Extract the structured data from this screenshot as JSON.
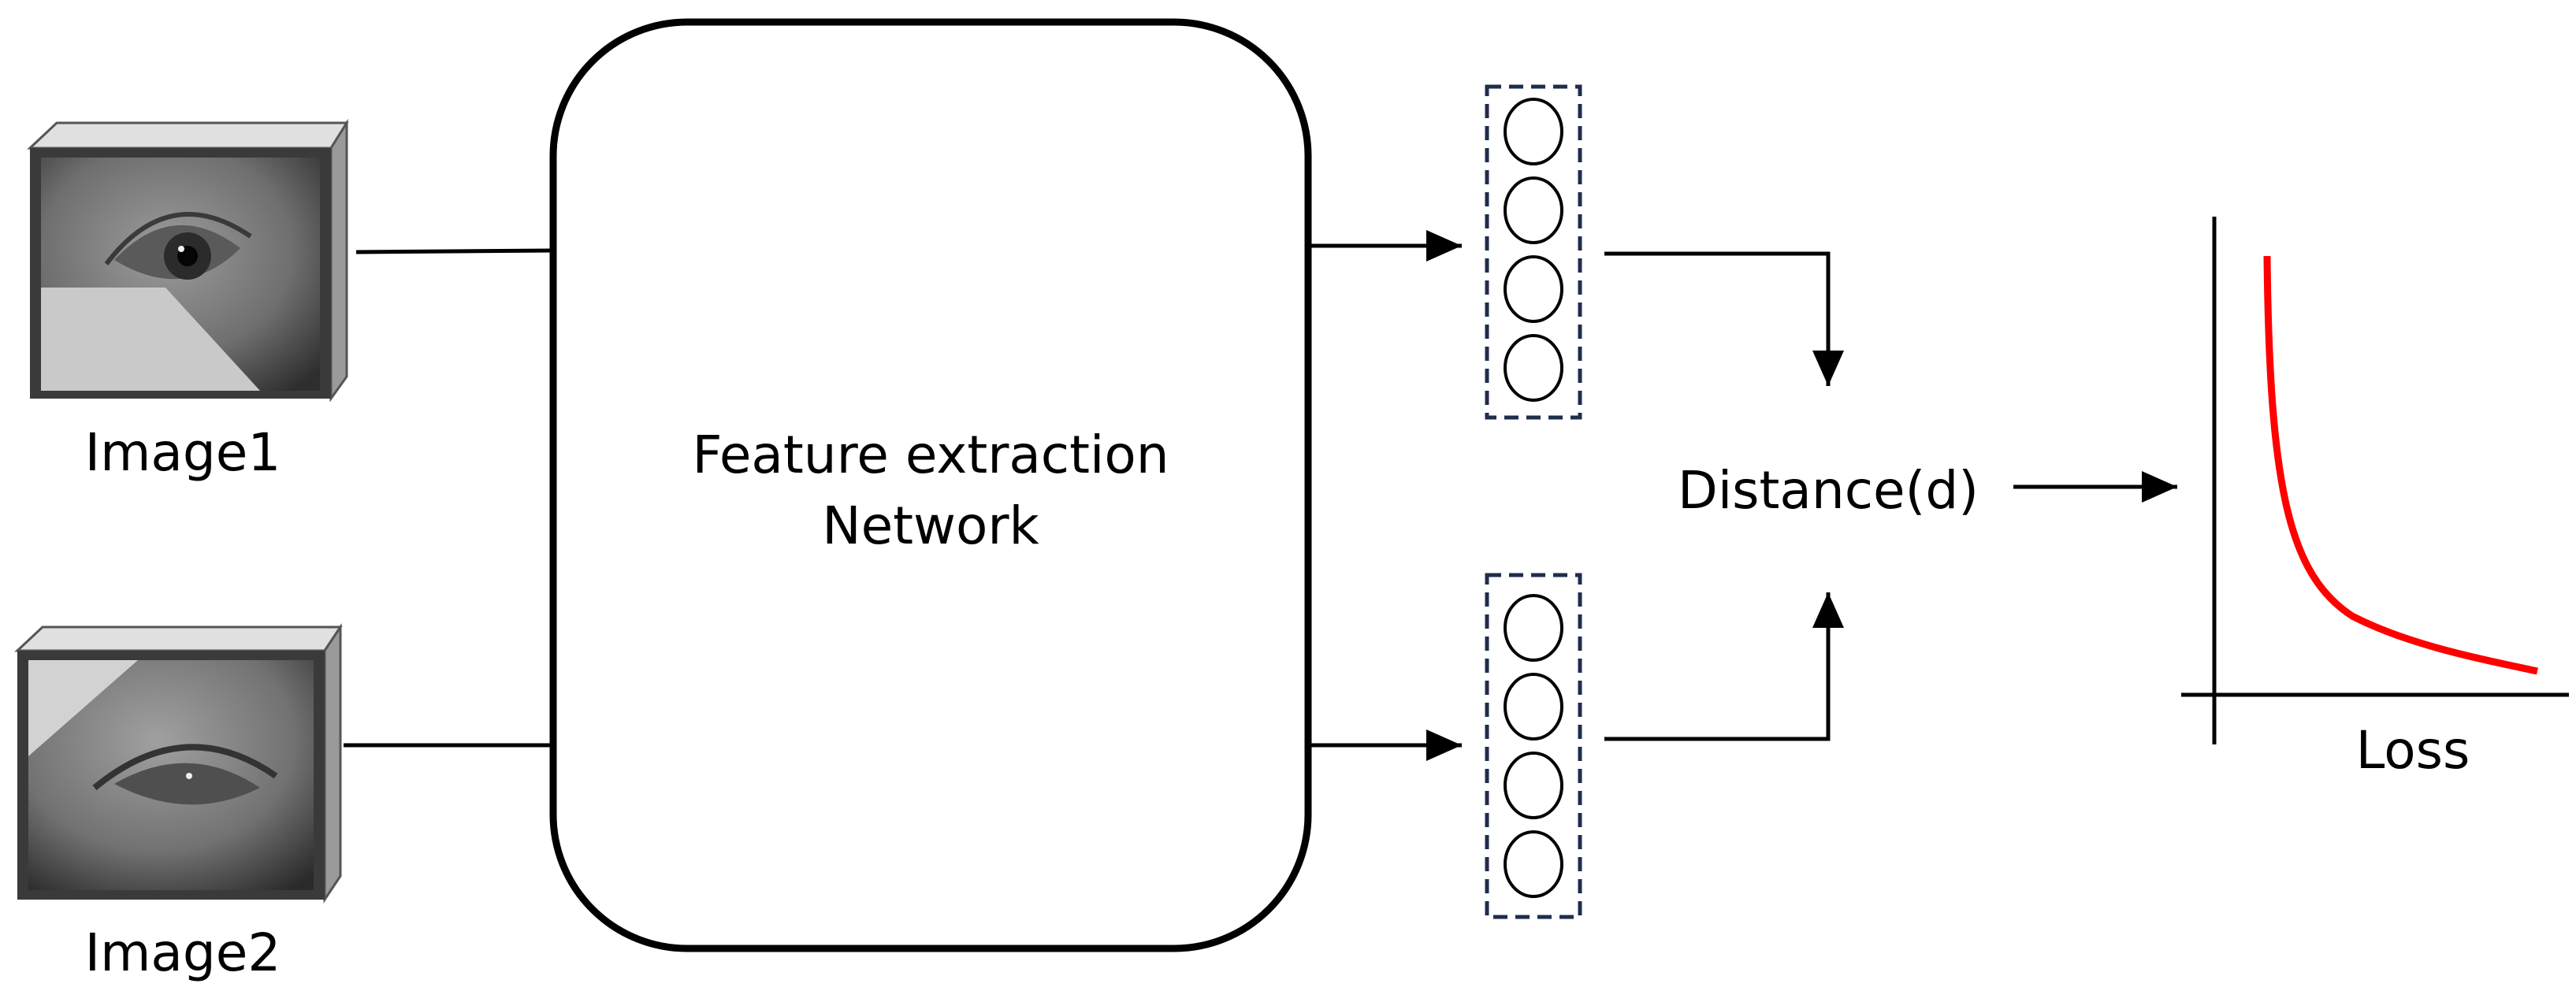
{
  "labels": {
    "image1": "Image1",
    "image2": "Image2",
    "network_line1": "Feature extraction",
    "network_line2": "Network",
    "distance": "Distance(d)",
    "loss": "Loss"
  },
  "colors": {
    "stroke": "#000000",
    "feature_box_border": "#1f2d4d",
    "loss_curve": "#ff0000",
    "image_frame_dark": "#3a3a3a",
    "image_frame_light": "#cfcfcf"
  },
  "icons": {
    "image1": "eye-photo-icon",
    "image2": "eye-photo-icon"
  }
}
